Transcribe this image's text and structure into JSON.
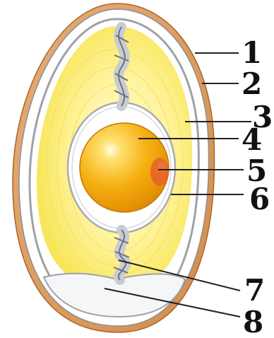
{
  "diagram": {
    "labels": [
      "1",
      "2",
      "3",
      "4",
      "5",
      "6",
      "7",
      "8"
    ]
  },
  "colors": {
    "shell": "#e0a26a",
    "shell_edge": "#b86c2c",
    "membrane": "#b9bcc2",
    "albumen_outer": "#fff6b0",
    "albumen_inner": "#fff17a",
    "yolk": "#f5b012",
    "yolk_highlight": "#fffde8",
    "germinal_disc": "#e8602a",
    "air_cell": "#f4f6f8",
    "chalaza": "#d9dce2"
  }
}
